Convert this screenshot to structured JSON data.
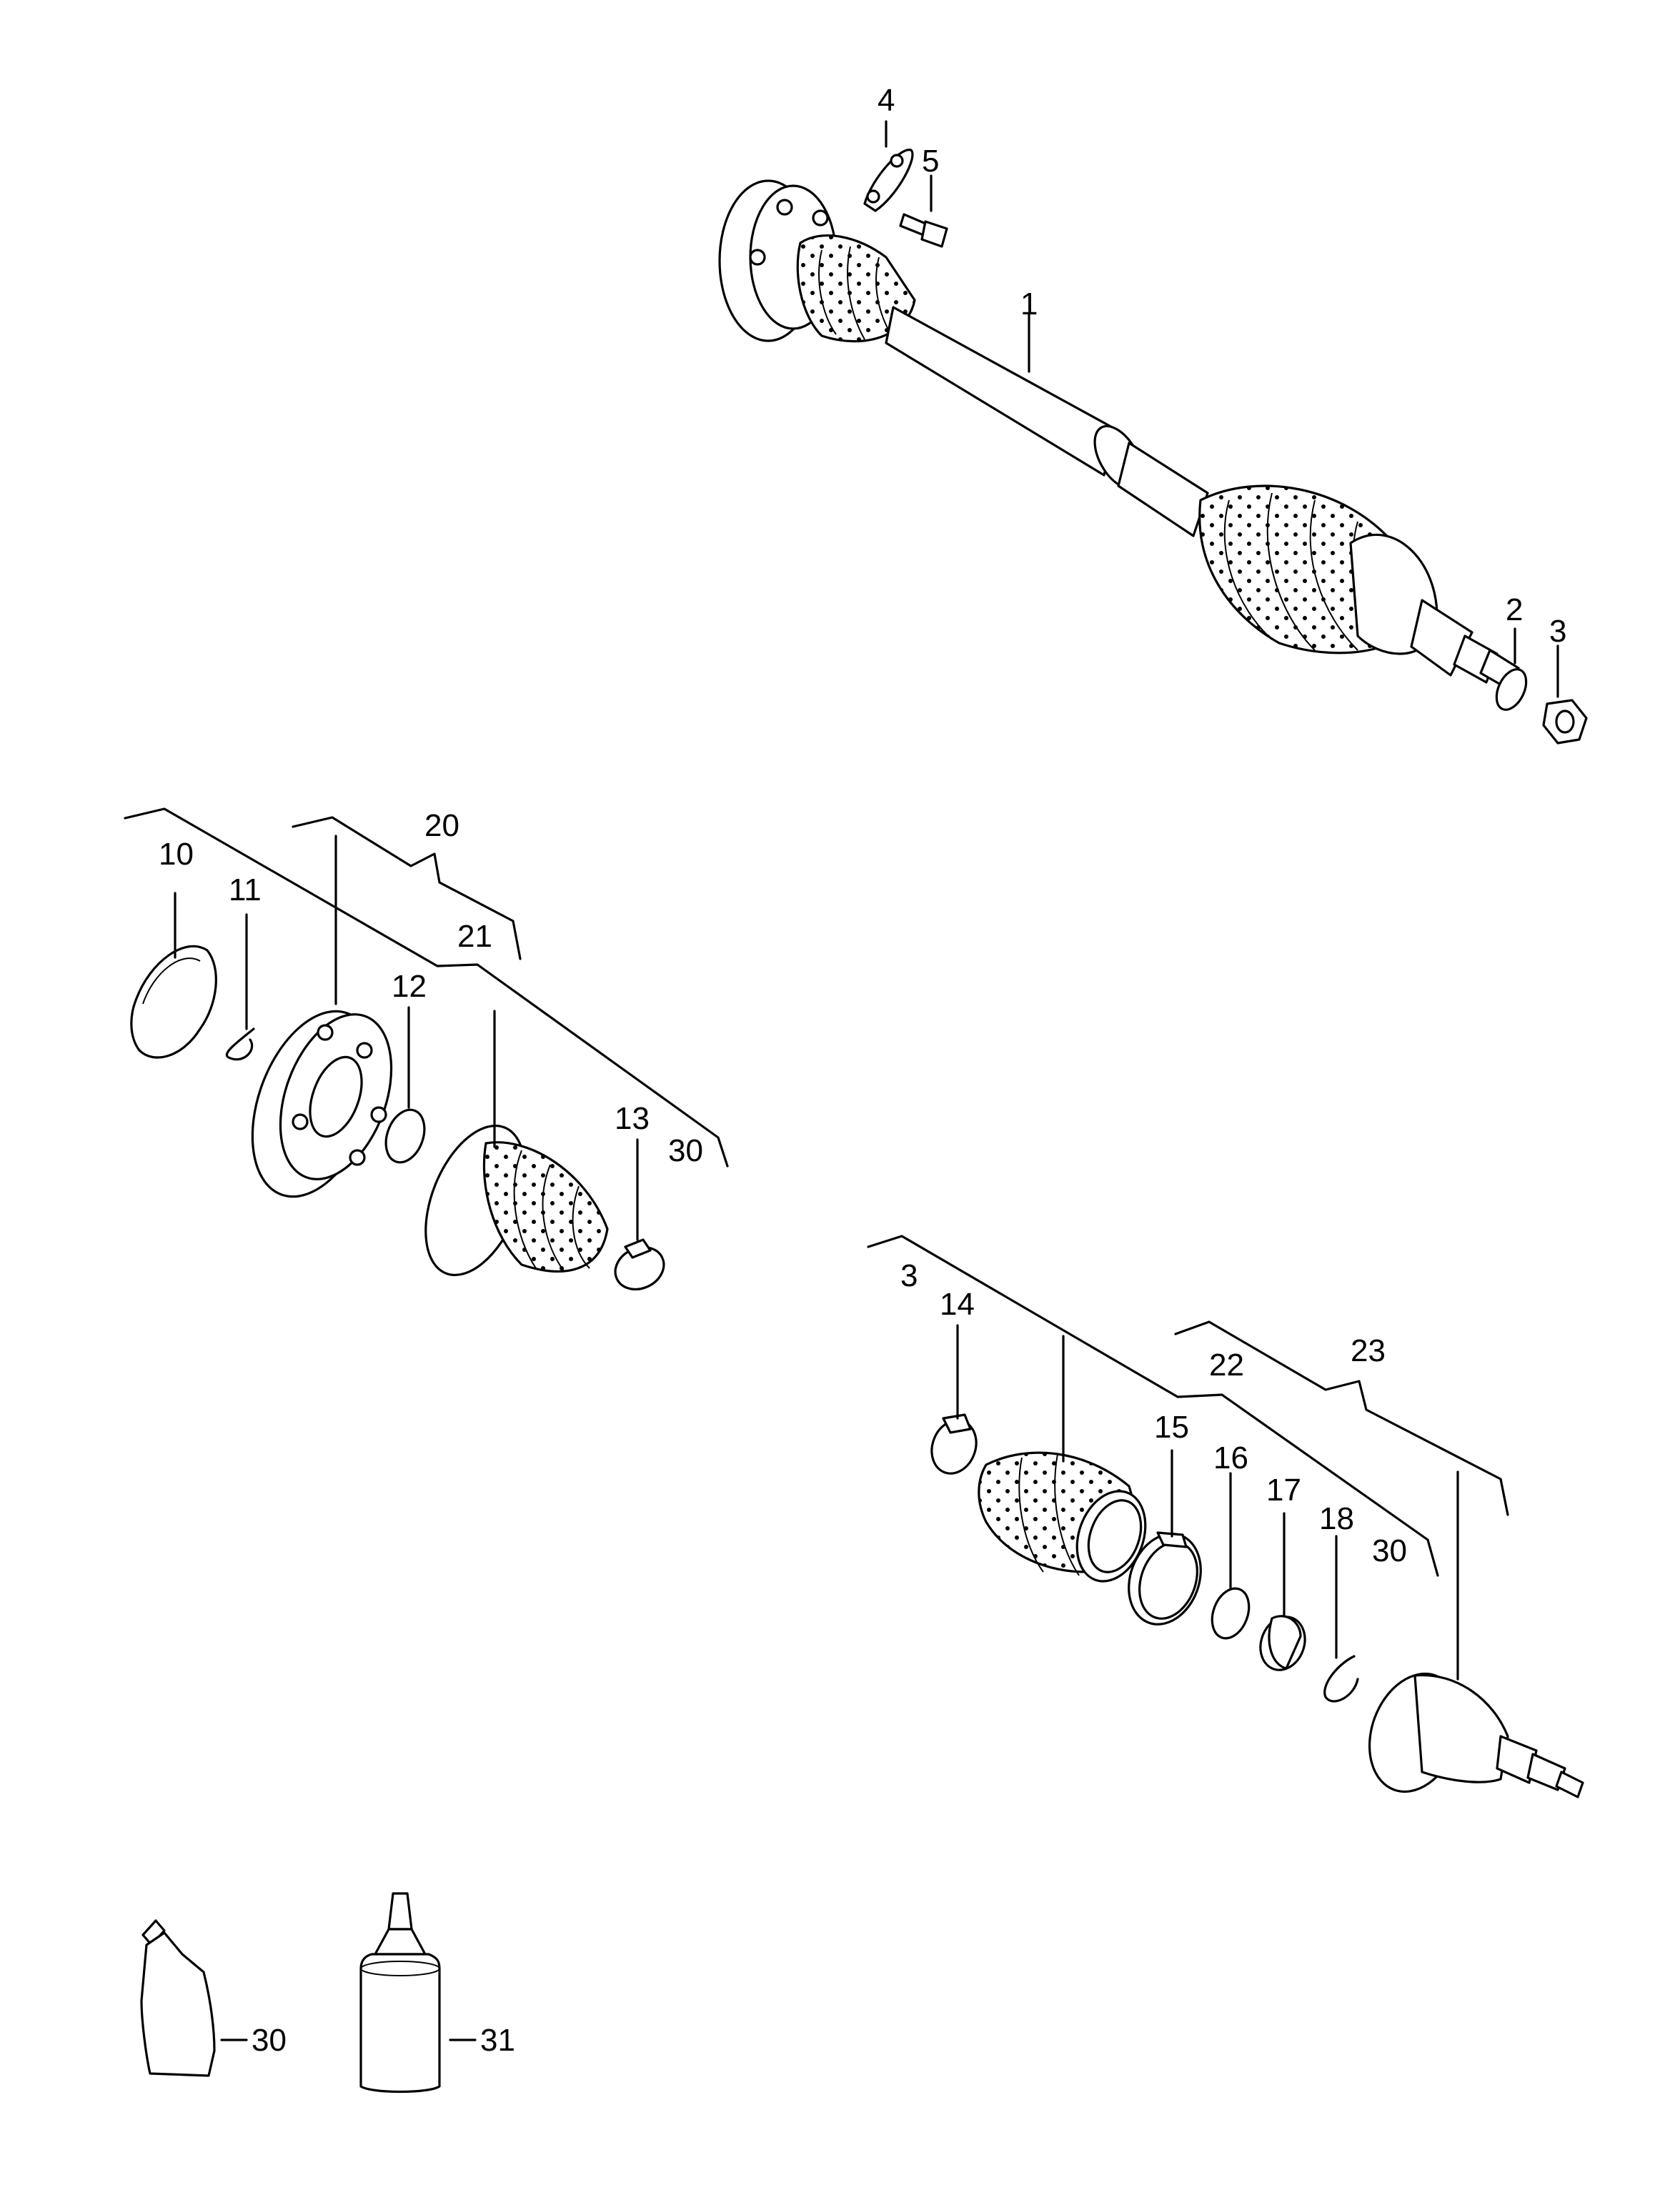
{
  "diagram": {
    "callouts": {
      "c1": "1",
      "c2": "2",
      "c3": "3",
      "c4": "4",
      "c5": "5",
      "c10": "10",
      "c11": "11",
      "c12": "12",
      "c13": "13",
      "c14": "14",
      "c15": "15",
      "c16": "16",
      "c17": "17",
      "c18": "18",
      "c20": "20",
      "c21": "21",
      "c22": "22",
      "c23": "23",
      "c30a": "30",
      "c30b": "30",
      "c30c": "30",
      "c31": "31",
      "c3b": "3"
    }
  }
}
